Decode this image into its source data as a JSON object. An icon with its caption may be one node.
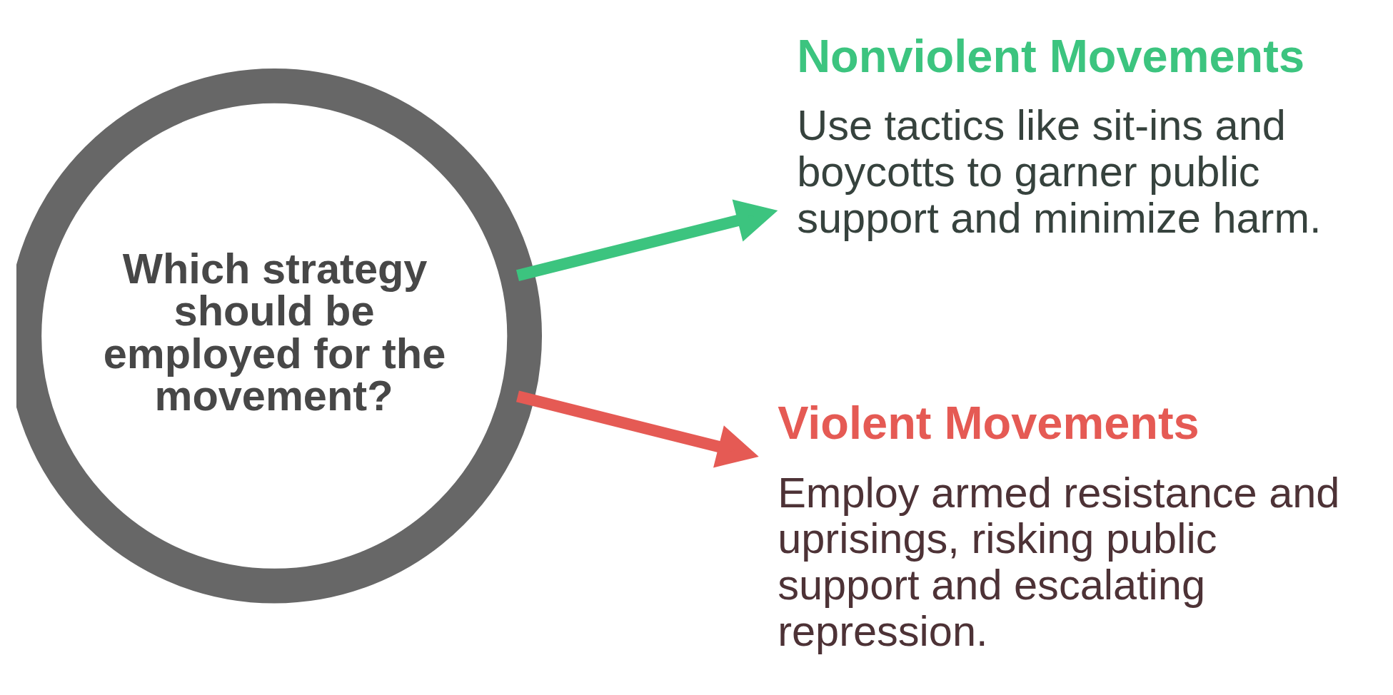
{
  "diagram": {
    "nodes": [
      {
        "text": [
          "Which strategy should be employed for the movement?"
        ]
      },
      {
        "text": [
          "Nonviolent Movements",
          "Use tactics like sit-ins and boycotts to garner public support and minimize harm."
        ]
      },
      {
        "text": [
          "Violent Movements",
          "Employ armed resistance and uprisings, risking public support and escalating repression."
        ]
      }
    ],
    "edges": [
      {
        "from": 0,
        "to": 1,
        "arrow": "to",
        "color": "#3cc47f"
      },
      {
        "from": 0,
        "to": 2,
        "arrow": "to",
        "color": "#e55a54"
      }
    ]
  }
}
